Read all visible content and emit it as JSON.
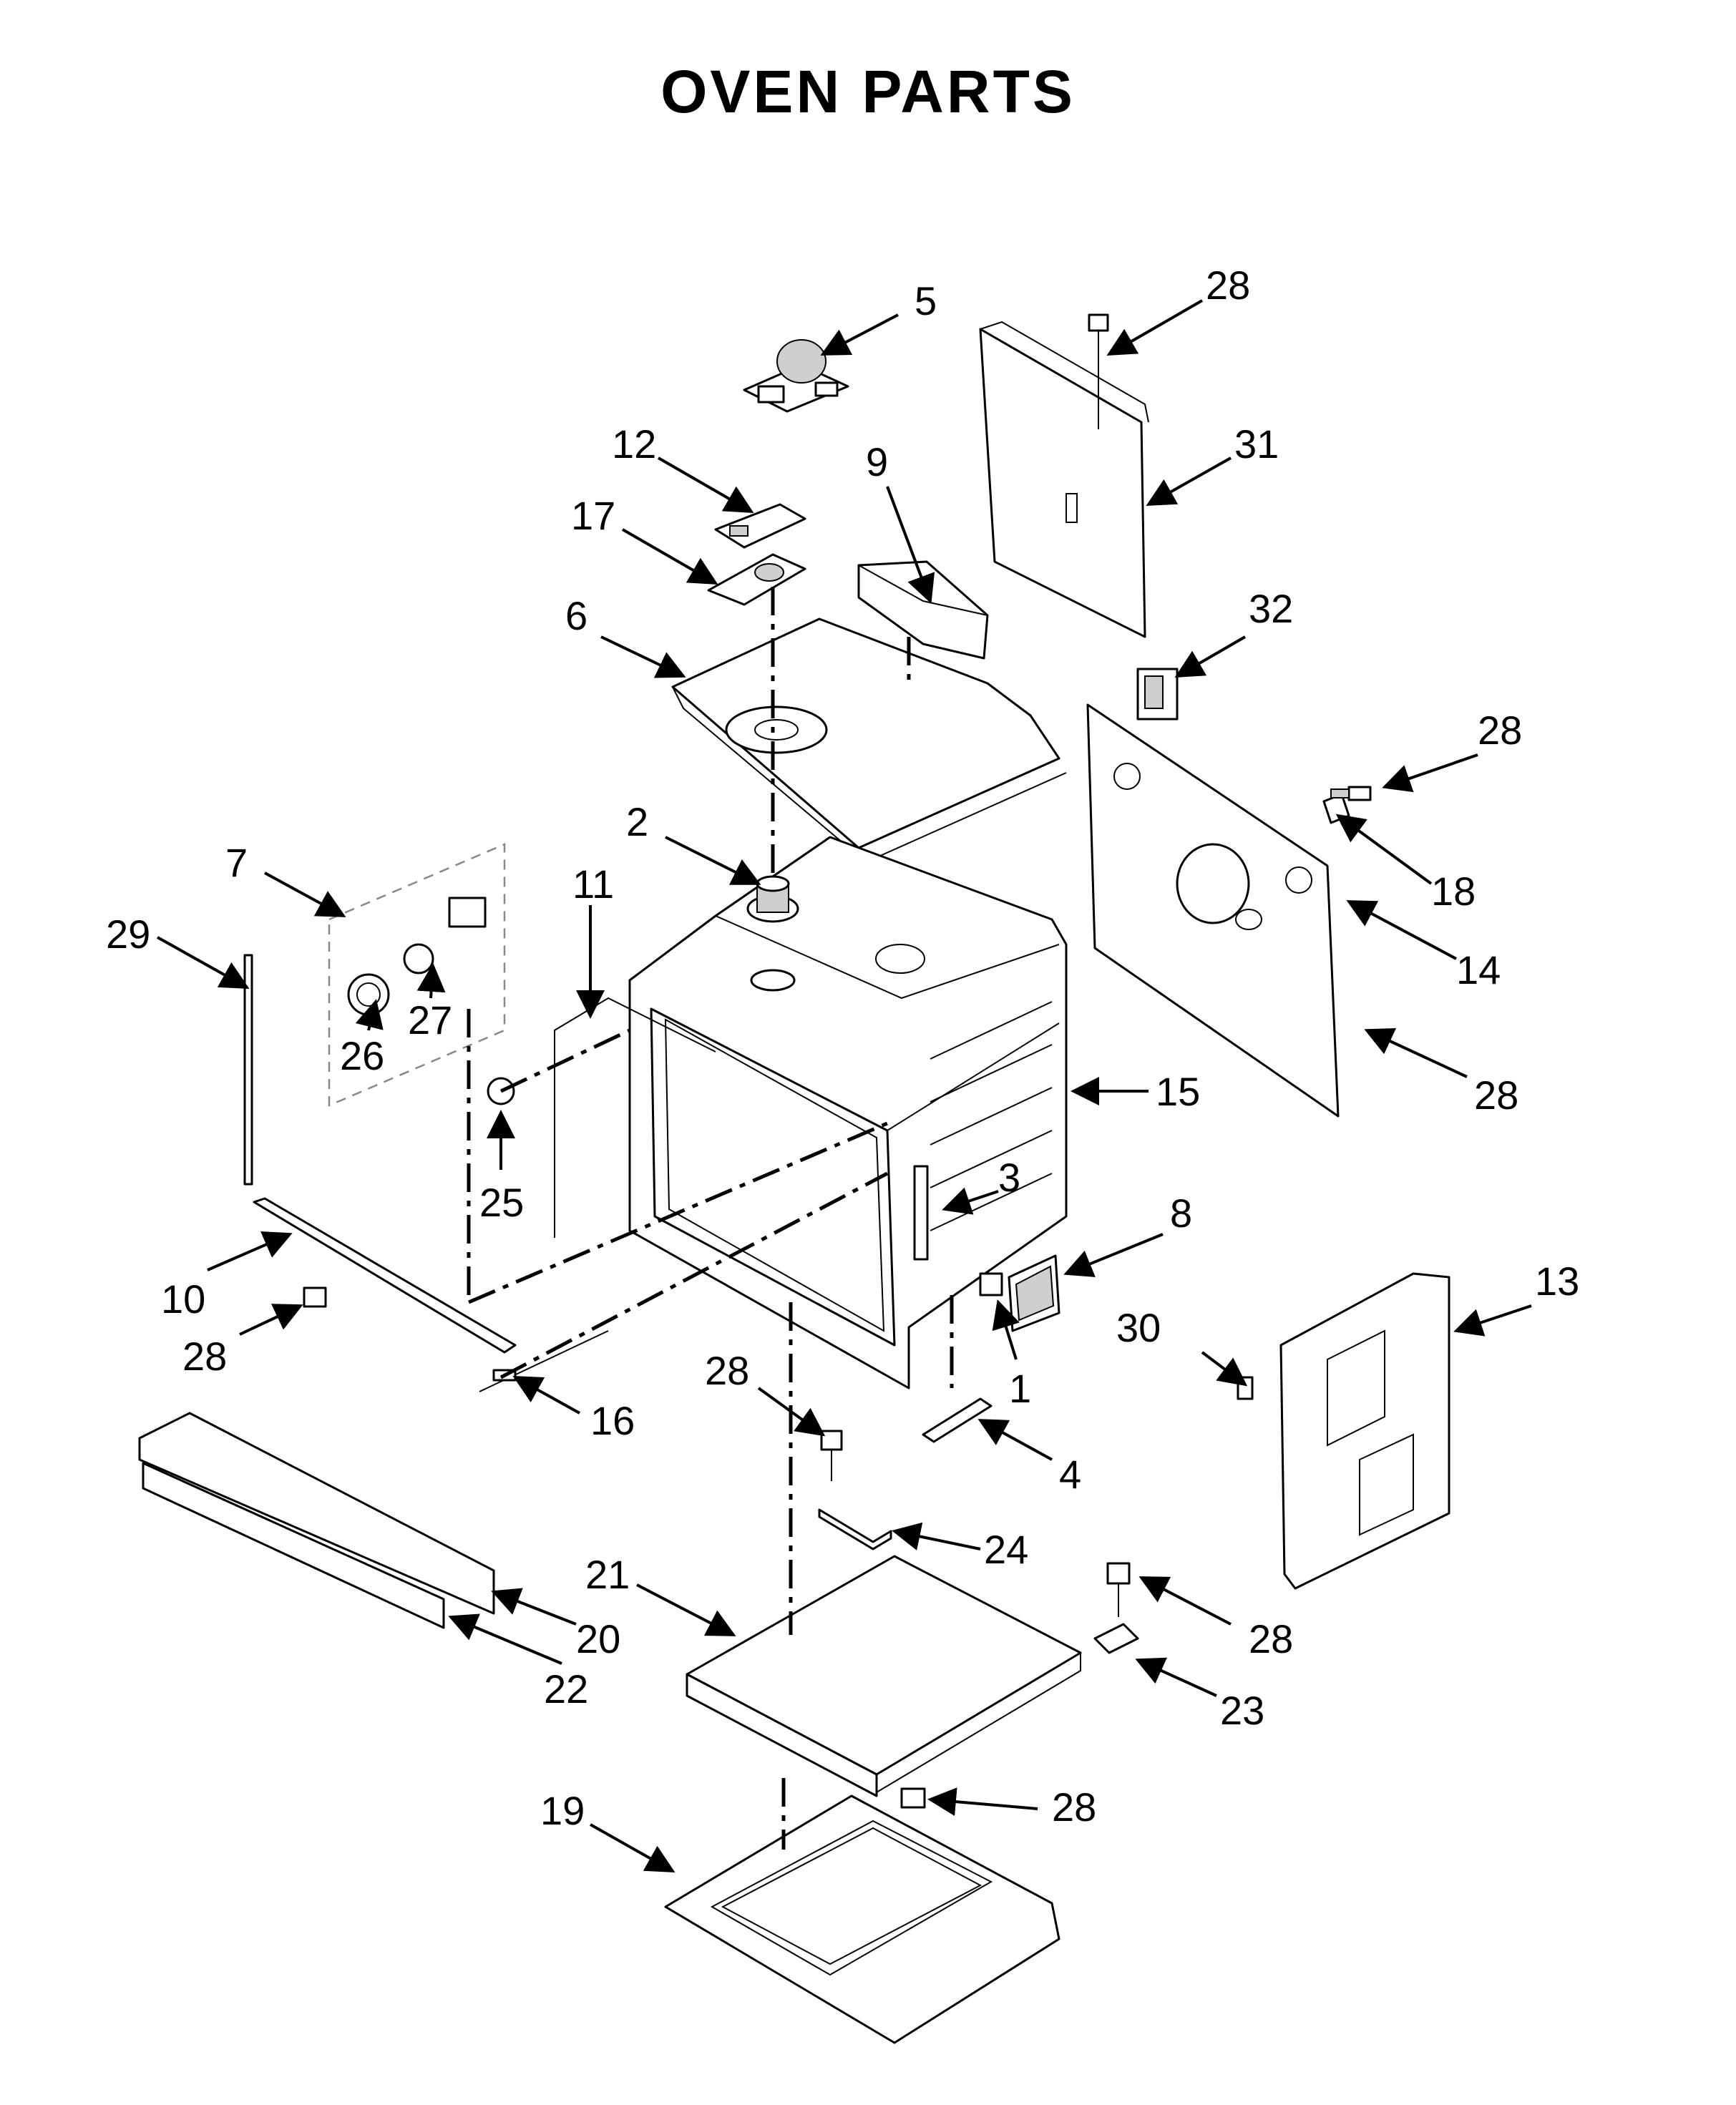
{
  "title": "OVEN PARTS",
  "callouts": [
    "1",
    "2",
    "3",
    "4",
    "5",
    "6",
    "7",
    "8",
    "9",
    "10",
    "11",
    "12",
    "13",
    "14",
    "15",
    "16",
    "17",
    "18",
    "19",
    "20",
    "21",
    "22",
    "23",
    "24",
    "25",
    "26",
    "27",
    "28",
    "29",
    "30",
    "31",
    "32"
  ]
}
